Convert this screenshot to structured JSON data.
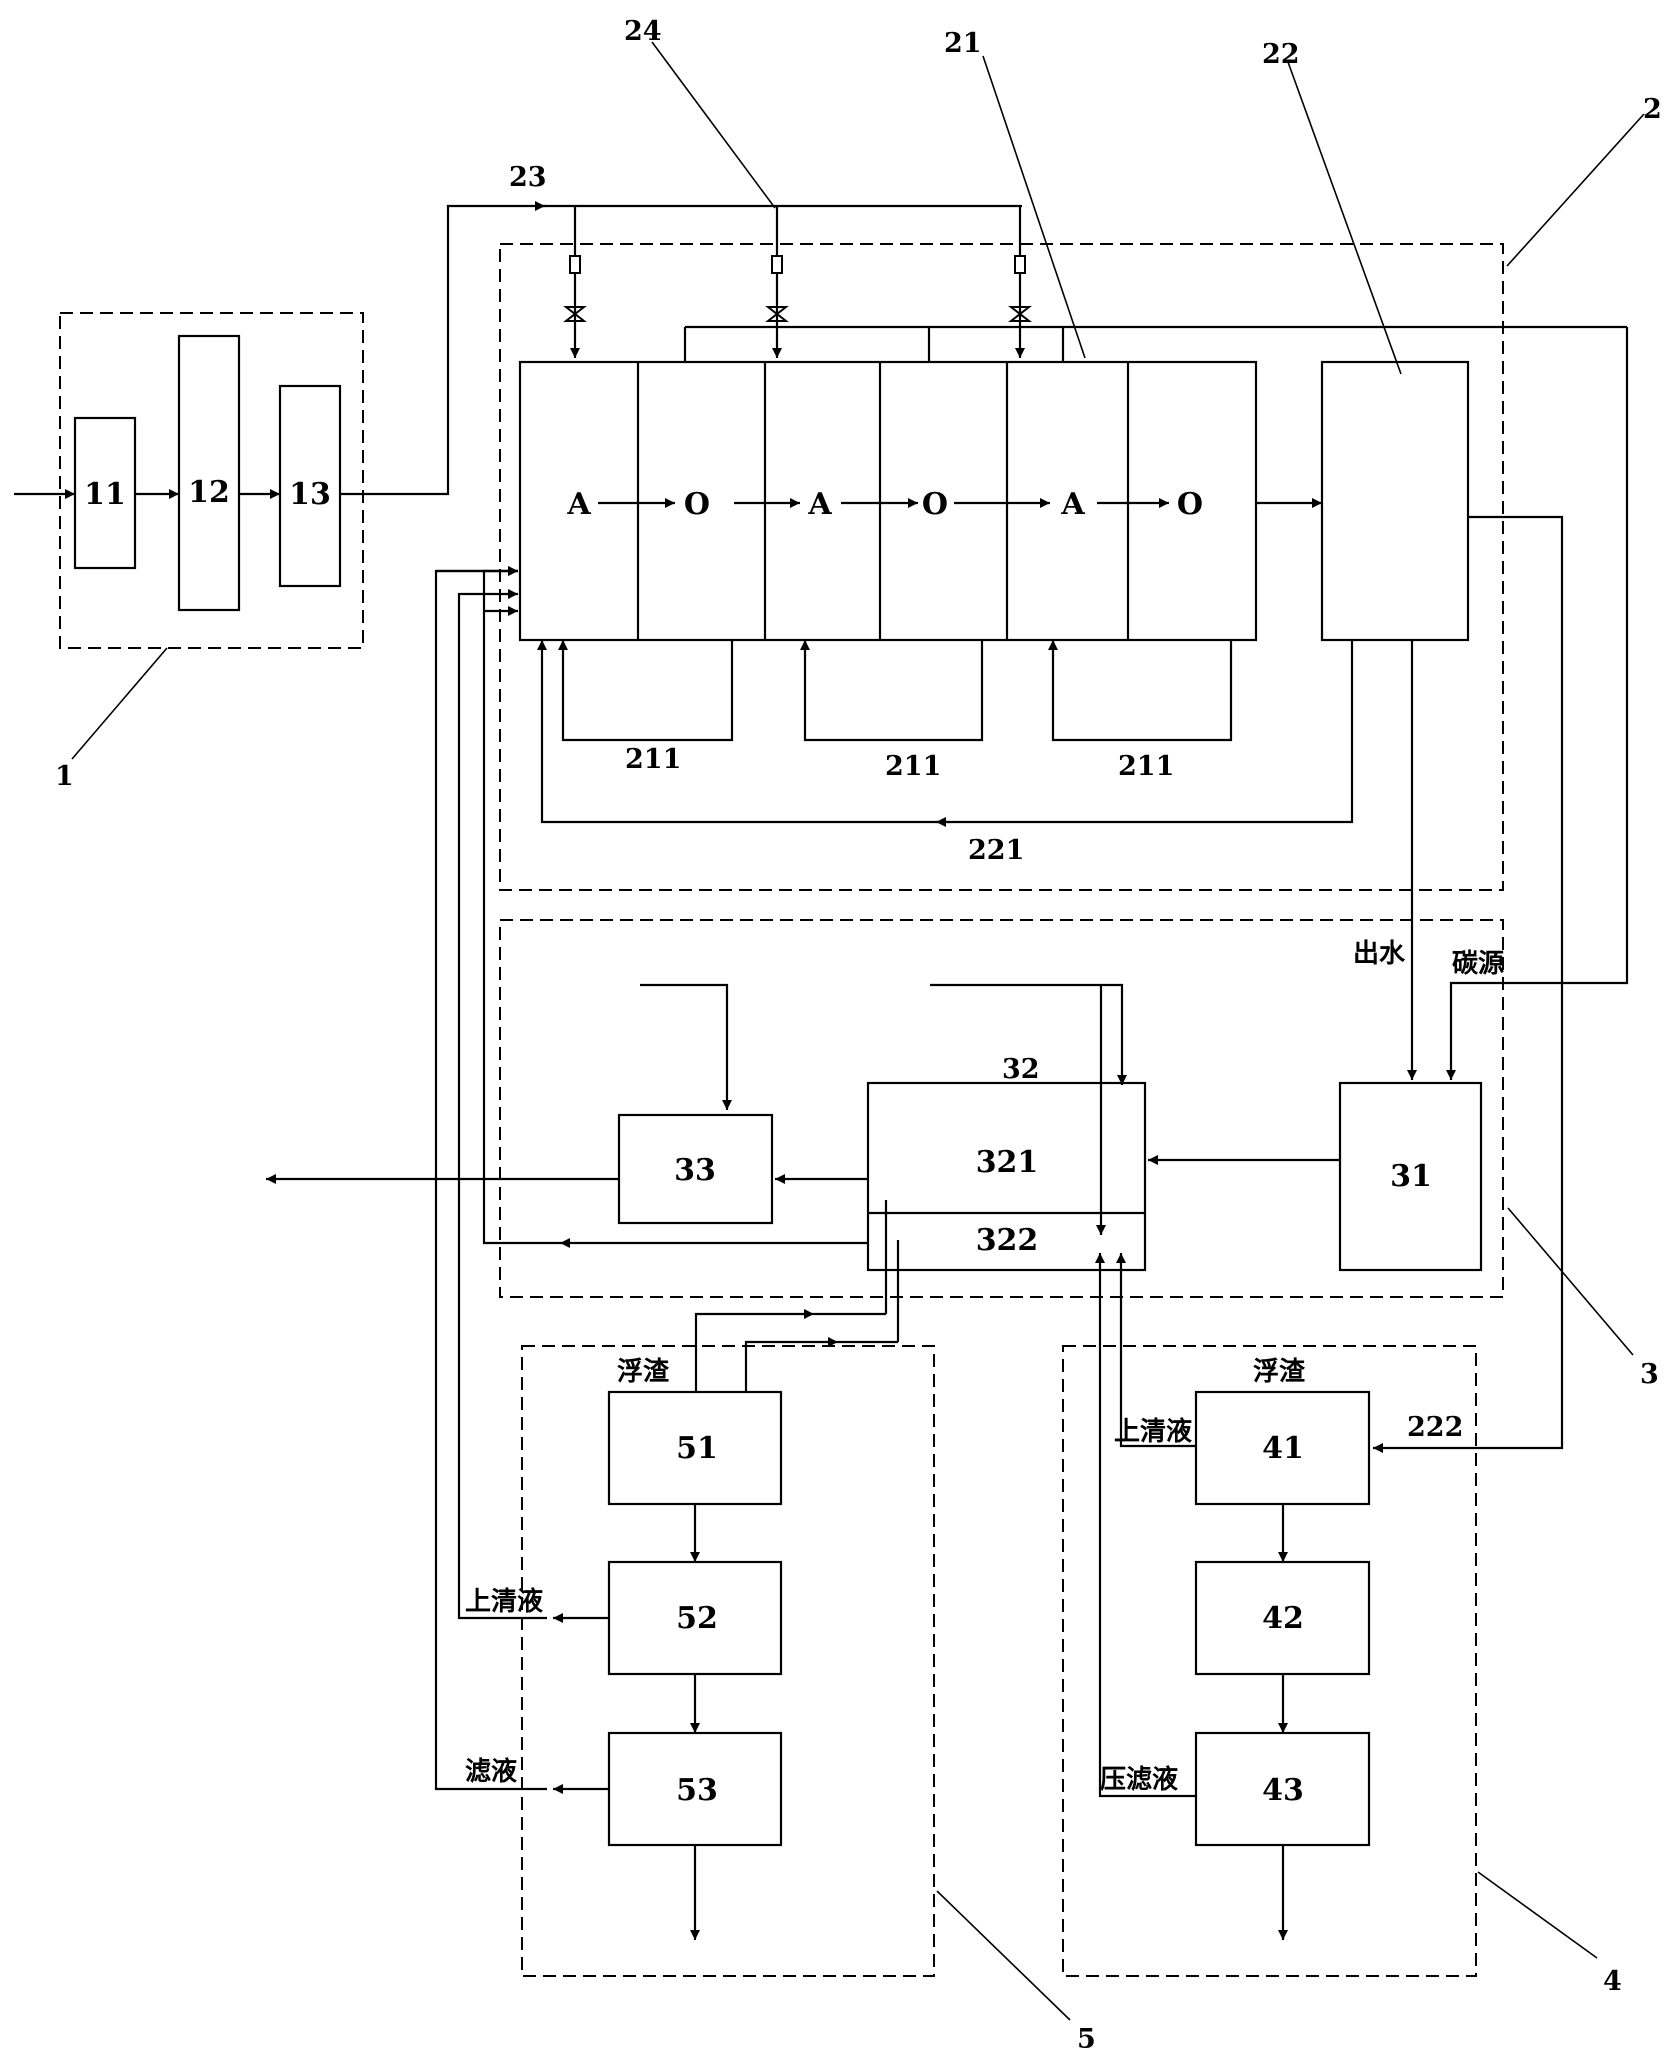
{
  "groups": {
    "pretreatment": "1",
    "biological": "2",
    "advanced_treatment": "3",
    "sludge_line_4": "4",
    "sludge_line_5": "5"
  },
  "units": {
    "u11": "11",
    "u12": "12",
    "u13": "13",
    "u21": "21",
    "u22": "22",
    "u23": "23",
    "u24": "24",
    "u211_a": "211",
    "u211_b": "211",
    "u211_c": "211",
    "u221": "221",
    "u222": "222",
    "u31": "31",
    "u32": "32",
    "u321": "321",
    "u322": "322",
    "u33": "33",
    "u41": "41",
    "u42": "42",
    "u43": "43",
    "u51": "51",
    "u52": "52",
    "u53": "53"
  },
  "reactor_cells": [
    "A",
    "O",
    "A",
    "O",
    "A",
    "O"
  ],
  "stream_labels": {
    "effluent": "出水",
    "carbon_source": "碳源",
    "scum_5": "浮渣",
    "scum_4": "浮渣",
    "supernatant_5": "上清液",
    "supernatant_4": "上清液",
    "filtrate": "滤液",
    "press_filtrate": "压滤液"
  }
}
